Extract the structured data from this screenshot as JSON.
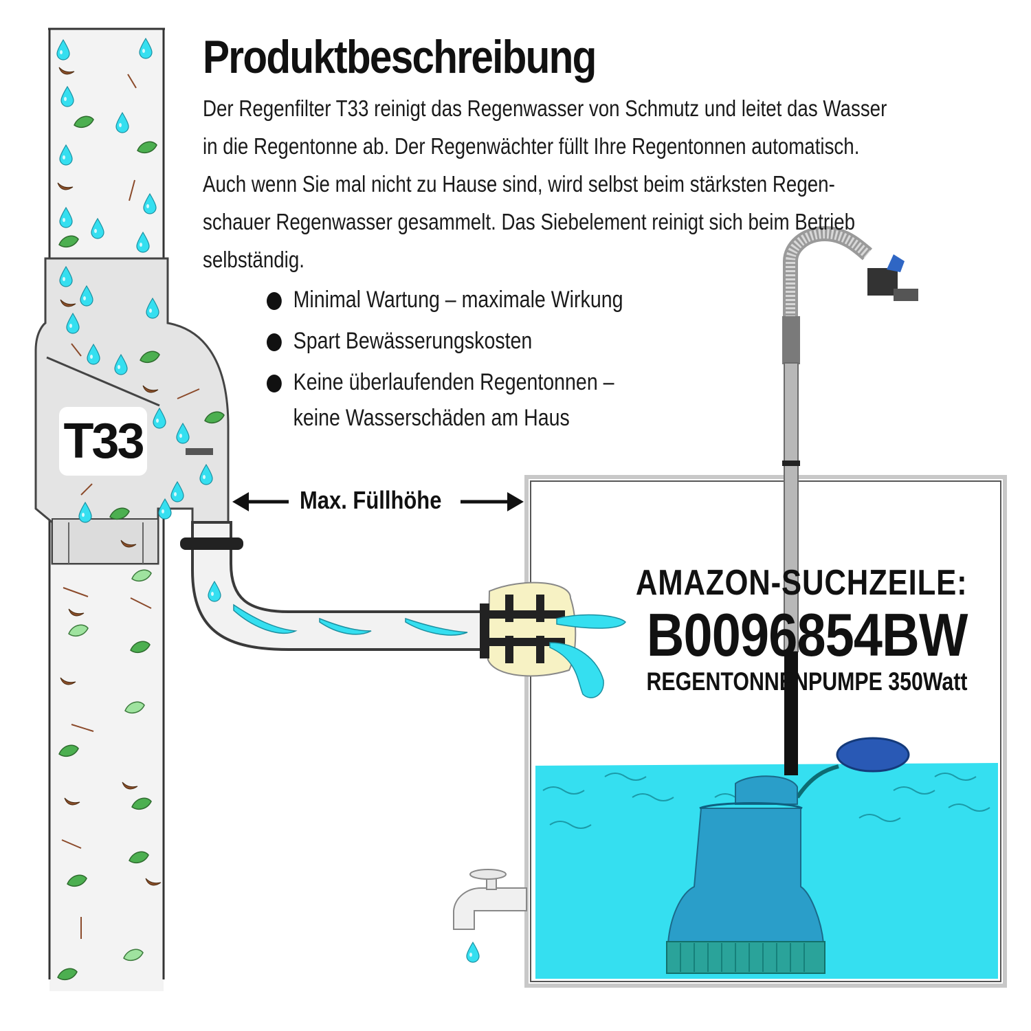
{
  "title": "Produktbeschreibung",
  "description": {
    "line1": "Der Regenfilter T33 reinigt das Regenwasser von Schmutz und leitet das Wasser",
    "line2": "in die Regentonne ab. Der Regenwächter füllt Ihre Regentonnen automatisch.",
    "line3": "Auch wenn Sie mal nicht zu Hause sind, wird selbst beim stärksten Regen-",
    "line4": "schauer Regenwasser gesammelt.  Das Siebelement reinigt sich beim Betrieb",
    "line5": "selbständig."
  },
  "bullets": [
    {
      "line1": "Minimal Wartung – maximale Wirkung",
      "line2": ""
    },
    {
      "line1": "Spart Bewässerungskosten",
      "line2": ""
    },
    {
      "line1": "Keine überlaufenden Regentonnen –",
      "line2": "keine Wasserschäden am Haus"
    }
  ],
  "filter_label": "T33",
  "fill_level_label": "Max. Füllhöhe",
  "amazon": {
    "search_label": "AMAZON-SUCHZEILE:",
    "code": "B0096854BW",
    "product": "REGENTONNENPUMPE 350Watt"
  },
  "colors": {
    "water": "#35dff0",
    "pump": "#2a9ec9",
    "filter_body": "#e4e4e4",
    "pipe_outline": "#3a3a3a",
    "barrel_outline": "#c8c8c8"
  }
}
